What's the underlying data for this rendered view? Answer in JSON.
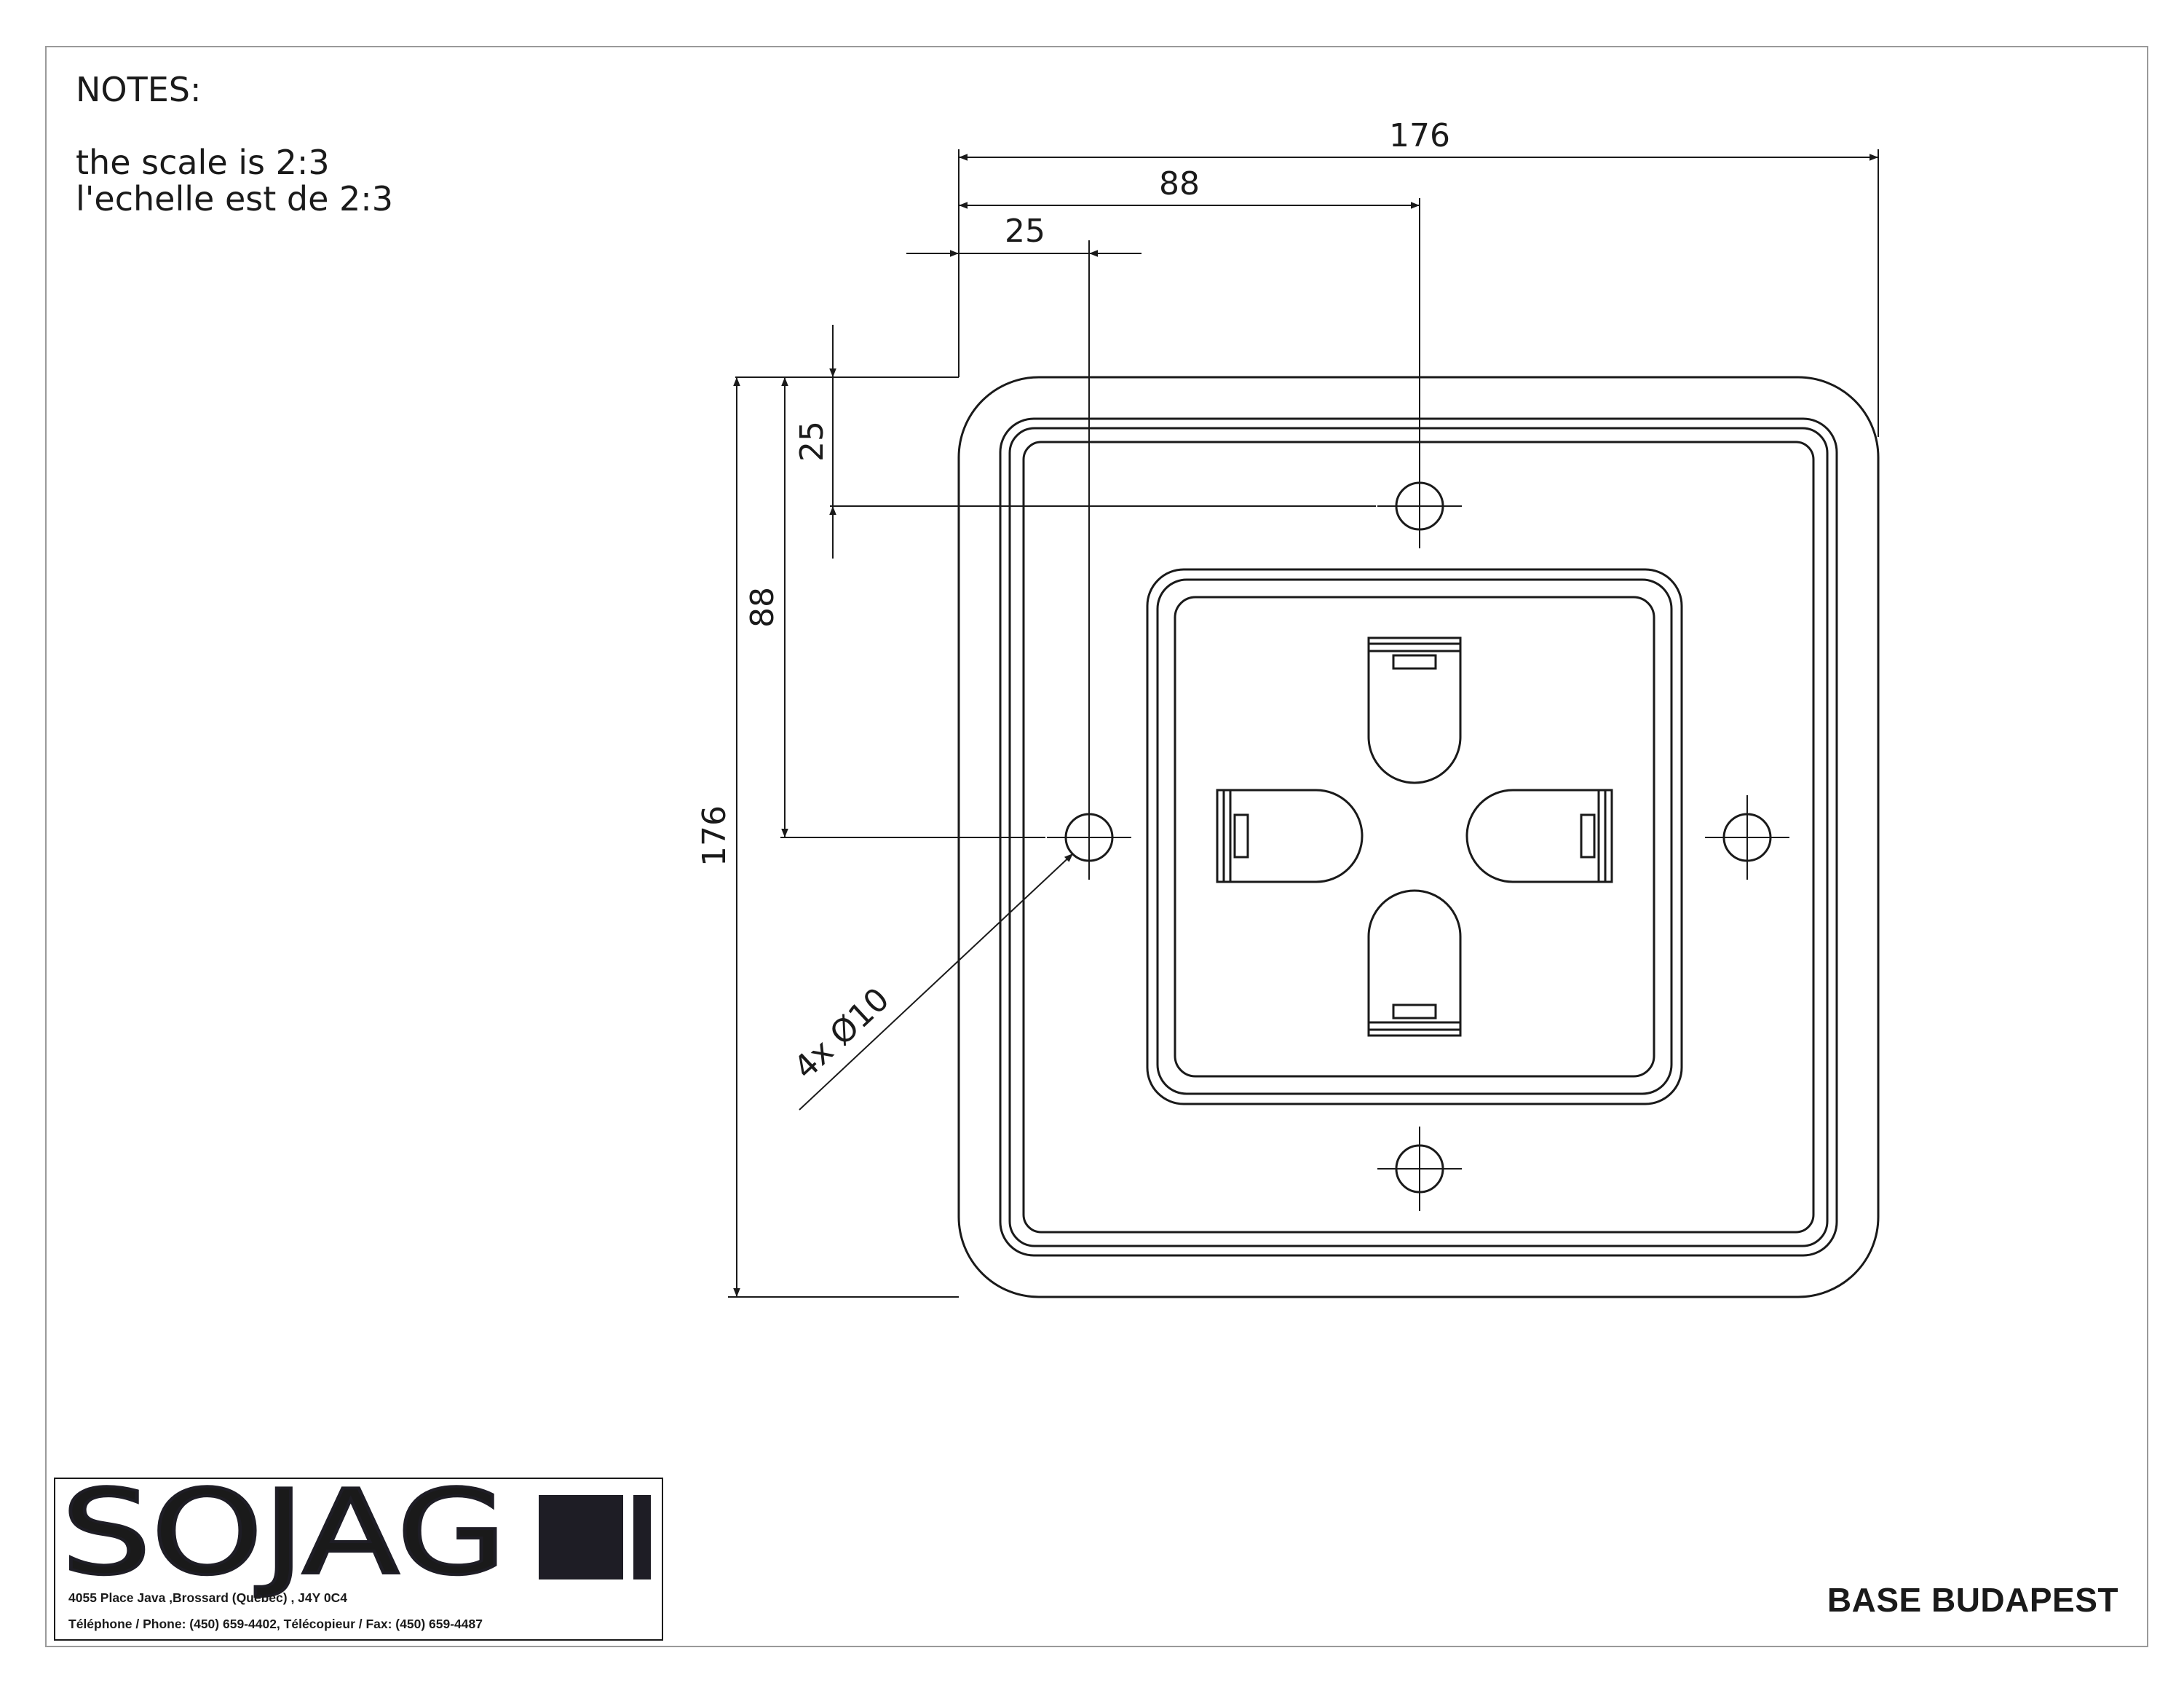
{
  "notes": {
    "heading": "NOTES:",
    "line1": "the scale is 2:3",
    "line2": "l'echelle est de 2:3"
  },
  "dimensions": {
    "overall_width": "176",
    "half_width": "88",
    "hole_offset_x": "25",
    "hole_offset_y": "25",
    "half_height": "88",
    "overall_height": "176",
    "holes": "4x Ø10"
  },
  "company": {
    "logo_text": "SOJAG",
    "address": "4055 Place Java ,Brossard (Québec) , J4Y 0C4",
    "phone": "Téléphone / Phone: (450) 659-4402, Télécopieur / Fax: (450) 659-4487"
  },
  "title": "BASE BUDAPEST",
  "colors": {
    "line": "#1a1a1a",
    "frame": "#9a9a9a",
    "logo_fill": "#1e1d25"
  }
}
